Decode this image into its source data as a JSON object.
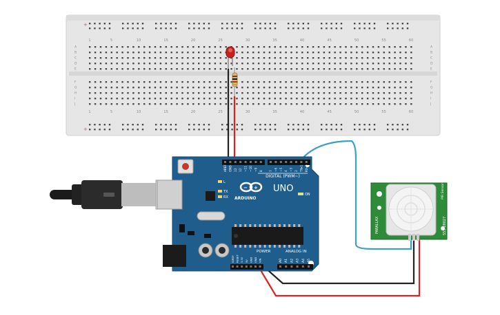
{
  "breadboard": {
    "top_numbers": [
      "1",
      "5",
      "10",
      "15",
      "20",
      "25",
      "30",
      "35",
      "40",
      "45",
      "50",
      "55",
      "60"
    ],
    "bottom_numbers": [
      "1",
      "5",
      "10",
      "15",
      "20",
      "25",
      "30",
      "35",
      "40",
      "45",
      "50",
      "55",
      "60"
    ],
    "row_letters_top": [
      "A",
      "B",
      "C",
      "D",
      "E"
    ],
    "row_letters_bottom": [
      "F",
      "G",
      "H",
      "I",
      "J"
    ]
  },
  "arduino": {
    "brand": "ARDUINO",
    "model": "UNO",
    "digital_label": "DIGITAL (PWM~)",
    "power_label": "POWER",
    "analog_label": "ANALOG IN",
    "on_label": "ON",
    "tx_label": "TX",
    "rx_label": "RX",
    "l_label": "L",
    "digital_pins": [
      "AREF",
      "GND",
      "13",
      "12",
      "~11",
      "~10",
      "~9",
      "8",
      "7",
      "~6",
      "~5",
      "4",
      "~3",
      "2",
      "TX▸1",
      "RX◂0"
    ],
    "power_pins": [
      "IOREF",
      "RESET",
      "3.3V",
      "5V",
      "GND",
      "GND",
      "VIN"
    ],
    "analog_pins": [
      "A0",
      "A1",
      "A2",
      "A3",
      "A4",
      "A5"
    ]
  },
  "pir_sensor": {
    "label_left": "PARALLAX",
    "label_right": "555-28027",
    "label_top": "PIR Sensor Rev B"
  },
  "colors": {
    "board_blue": "#1f5d8c",
    "breadboard": "#e6e6e6",
    "pir_green": "#2e8b3a",
    "wire_red": "#e02020",
    "wire_black": "#222222",
    "wire_cyan": "#3aa0c8",
    "led": "#c62020"
  }
}
